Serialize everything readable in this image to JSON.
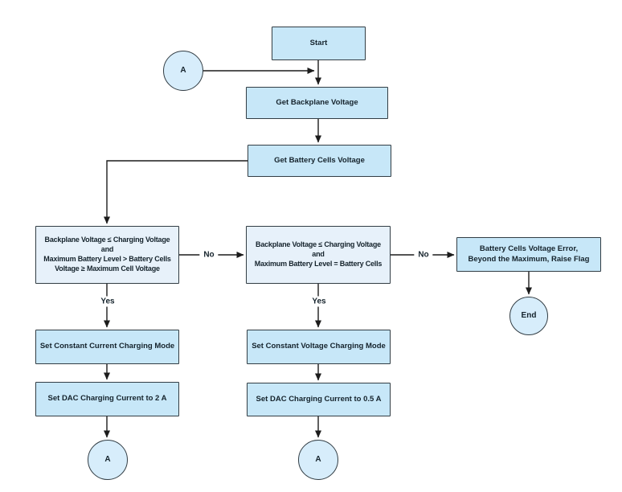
{
  "diagram": {
    "type": "flowchart",
    "colors": {
      "process_fill": "#c7e7f8",
      "decision_fill": "#e7f1fa",
      "connector_fill": "#d7edfb",
      "border": "#323d44",
      "line": "#1c1c1c",
      "text": "#15232c",
      "background": "#ffffff"
    },
    "nodes": {
      "start": {
        "type": "start",
        "label": "Start"
      },
      "connector_a_top": {
        "type": "connector",
        "label": "A"
      },
      "get_backplane": {
        "type": "process",
        "label": "Get Backplane Voltage"
      },
      "get_battery": {
        "type": "process",
        "label": "Get Battery Cells Voltage"
      },
      "decision1": {
        "type": "decision",
        "lines": [
          "Backplane Voltage ≤ Charging Voltage",
          "and",
          "Maximum Battery Level > Battery Cells",
          "Voltage ≥ Maximum Cell Voltage"
        ]
      },
      "decision2": {
        "type": "decision",
        "lines": [
          "Backplane Voltage ≤ Charging Voltage",
          "and",
          "Maximum Battery Level = Battery Cells"
        ]
      },
      "error": {
        "type": "process",
        "label": "Battery Cells Voltage Error, Beyond the Maximum, Raise Flag"
      },
      "end": {
        "type": "end",
        "label": "End"
      },
      "set_cc": {
        "type": "process",
        "label": "Set Constant Current Charging Mode"
      },
      "set_dac_2a": {
        "type": "process",
        "label": "Set DAC Charging Current to 2 A"
      },
      "set_cv": {
        "type": "process",
        "label": "Set Constant Voltage Charging Mode"
      },
      "set_dac_05a": {
        "type": "process",
        "label": "Set DAC Charging Current to 0.5 A"
      },
      "connector_a_left": {
        "type": "connector",
        "label": "A"
      },
      "connector_a_mid": {
        "type": "connector",
        "label": "A"
      }
    },
    "edges": [
      {
        "from": "start",
        "to": "get_backplane",
        "label": ""
      },
      {
        "from": "connector_a_top",
        "to": "get_backplane",
        "label": ""
      },
      {
        "from": "get_backplane",
        "to": "get_battery",
        "label": ""
      },
      {
        "from": "get_battery",
        "to": "decision1",
        "label": ""
      },
      {
        "from": "decision1",
        "to": "set_cc",
        "label": "Yes"
      },
      {
        "from": "decision1",
        "to": "decision2",
        "label": "No"
      },
      {
        "from": "decision2",
        "to": "set_cv",
        "label": "Yes"
      },
      {
        "from": "decision2",
        "to": "error",
        "label": "No"
      },
      {
        "from": "error",
        "to": "end",
        "label": ""
      },
      {
        "from": "set_cc",
        "to": "set_dac_2a",
        "label": ""
      },
      {
        "from": "set_dac_2a",
        "to": "connector_a_left",
        "label": ""
      },
      {
        "from": "set_cv",
        "to": "set_dac_05a",
        "label": ""
      },
      {
        "from": "set_dac_05a",
        "to": "connector_a_mid",
        "label": ""
      }
    ]
  }
}
